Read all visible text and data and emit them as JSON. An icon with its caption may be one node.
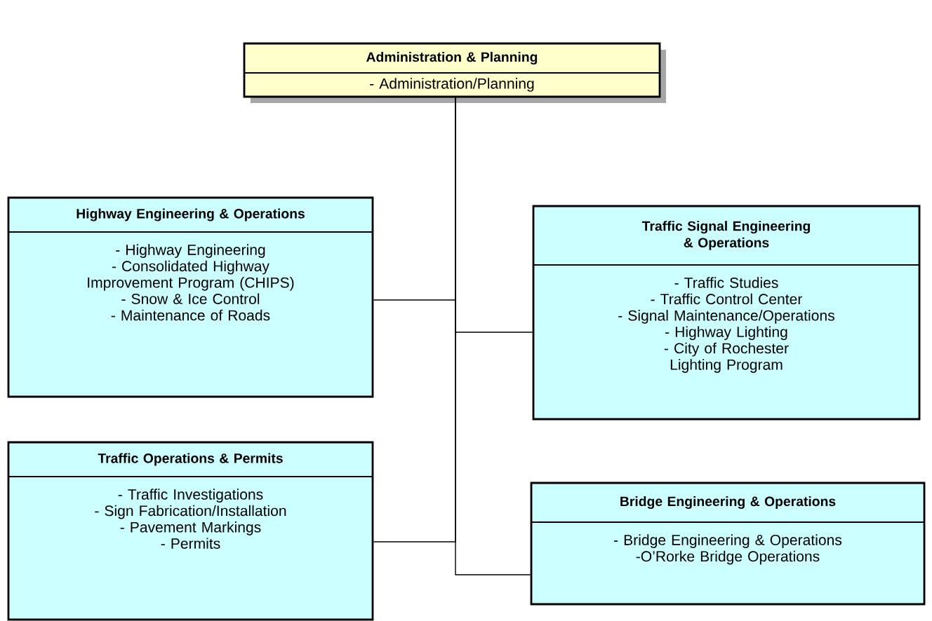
{
  "diagram": {
    "nodes": [
      {
        "text": [
          "Administration & Planning",
          "- Administration/Planning"
        ]
      },
      {
        "text": [
          "Highway Engineering & Operations",
          "- Highway Engineering",
          "- Consolidated Highway Improvement Program (CHIPS)",
          "- Snow & Ice Control",
          "- Maintenance of Roads"
        ]
      },
      {
        "text": [
          "Traffic Signal Engineering & Operations",
          "- Traffic Studies",
          "- Traffic Control Center",
          "- Signal Maintenance/Operations",
          "- Highway Lighting",
          "- City of Rochester Lighting Program"
        ]
      },
      {
        "text": [
          "Traffic Operations & Permits",
          "- Traffic Investigations",
          "- Sign Fabrication/Installation",
          "- Pavement Markings",
          "- Permits"
        ]
      },
      {
        "text": [
          "Bridge Engineering & Operations",
          "- Bridge Engineering & Operations",
          "-O’Rorke Bridge Operations"
        ]
      }
    ],
    "edges": [
      {
        "from": 0,
        "to": 1,
        "arrow": "none"
      },
      {
        "from": 0,
        "to": 2,
        "arrow": "none"
      },
      {
        "from": 0,
        "to": 3,
        "arrow": "none"
      },
      {
        "from": 0,
        "to": 4,
        "arrow": "none"
      }
    ]
  }
}
